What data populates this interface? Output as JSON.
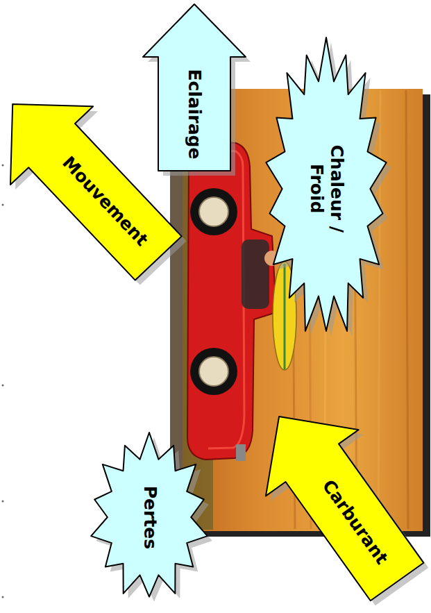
{
  "diagram": {
    "nodes": [
      {
        "text": [
          "Chaleur / Froid"
        ]
      },
      {
        "text": [
          "Carburant"
        ]
      },
      {
        "text": [
          "Eclairage"
        ]
      },
      {
        "text": [
          "Pertes"
        ]
      },
      {
        "text": [
          "Mouvement"
        ]
      }
    ]
  }
}
